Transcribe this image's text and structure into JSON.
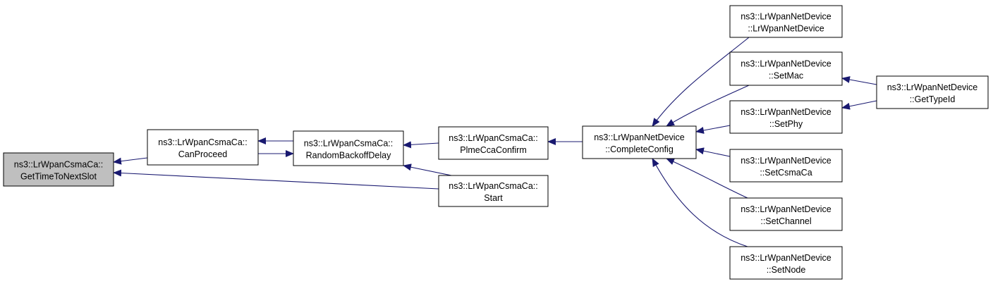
{
  "colors": {
    "edge": "#191970",
    "node_fill": "#ffffff",
    "highlight_fill": "#bfbfbf",
    "border": "#000000"
  },
  "nodes": [
    {
      "id": "n0",
      "lines": [
        "ns3::LrWpanCsmaCa::",
        "GetTimeToNextSlot"
      ],
      "highlighted": true
    },
    {
      "id": "n1",
      "lines": [
        "ns3::LrWpanCsmaCa::",
        "CanProceed"
      ]
    },
    {
      "id": "n2",
      "lines": [
        "ns3::LrWpanCsmaCa::",
        "RandomBackoffDelay"
      ]
    },
    {
      "id": "n3",
      "lines": [
        "ns3::LrWpanCsmaCa::",
        "PlmeCcaConfirm"
      ]
    },
    {
      "id": "n4",
      "lines": [
        "ns3::LrWpanCsmaCa::",
        "Start"
      ]
    },
    {
      "id": "n5",
      "lines": [
        "ns3::LrWpanNetDevice",
        "::CompleteConfig"
      ]
    },
    {
      "id": "n6",
      "lines": [
        "ns3::LrWpanNetDevice",
        "::LrWpanNetDevice"
      ]
    },
    {
      "id": "n7",
      "lines": [
        "ns3::LrWpanNetDevice",
        "::SetMac"
      ]
    },
    {
      "id": "n8",
      "lines": [
        "ns3::LrWpanNetDevice",
        "::SetPhy"
      ]
    },
    {
      "id": "n9",
      "lines": [
        "ns3::LrWpanNetDevice",
        "::SetCsmaCa"
      ]
    },
    {
      "id": "n10",
      "lines": [
        "ns3::LrWpanNetDevice",
        "::SetChannel"
      ]
    },
    {
      "id": "n11",
      "lines": [
        "ns3::LrWpanNetDevice",
        "::SetNode"
      ]
    },
    {
      "id": "n12",
      "lines": [
        "ns3::LrWpanNetDevice",
        "::GetTypeId"
      ]
    }
  ],
  "edges": [
    {
      "from": "n1",
      "to": "n0"
    },
    {
      "from": "n2",
      "to": "n1"
    },
    {
      "from": "n1",
      "to": "n2"
    },
    {
      "from": "n3",
      "to": "n2"
    },
    {
      "from": "n4",
      "to": "n2"
    },
    {
      "from": "n4",
      "to": "n0"
    },
    {
      "from": "n5",
      "to": "n3"
    },
    {
      "from": "n6",
      "to": "n5"
    },
    {
      "from": "n7",
      "to": "n5"
    },
    {
      "from": "n8",
      "to": "n5"
    },
    {
      "from": "n9",
      "to": "n5"
    },
    {
      "from": "n10",
      "to": "n5"
    },
    {
      "from": "n11",
      "to": "n5"
    },
    {
      "from": "n12",
      "to": "n7"
    },
    {
      "from": "n12",
      "to": "n8"
    }
  ]
}
